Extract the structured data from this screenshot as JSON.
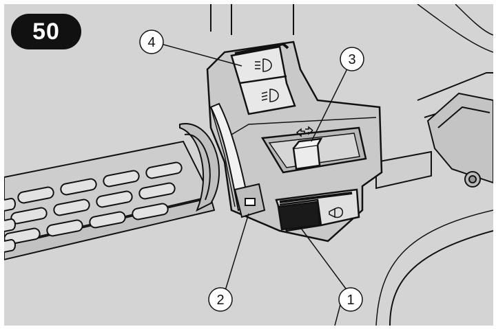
{
  "figure": {
    "number": "50"
  },
  "callouts": [
    {
      "id": "1",
      "label": "1"
    },
    {
      "id": "2",
      "label": "2"
    },
    {
      "id": "3",
      "label": "3"
    },
    {
      "id": "4",
      "label": "4"
    }
  ],
  "icons": {
    "headlight_high": "headlight-high-beam-icon",
    "headlight_low": "headlight-low-beam-icon",
    "turn_signal": "turn-signal-arrows-icon",
    "horn": "horn-icon"
  },
  "colors": {
    "background": "#d4d4d4",
    "line": "#111111",
    "switch_body": "#c9c9c9",
    "button_face": "#e8e8e8",
    "badge": "#111111"
  }
}
